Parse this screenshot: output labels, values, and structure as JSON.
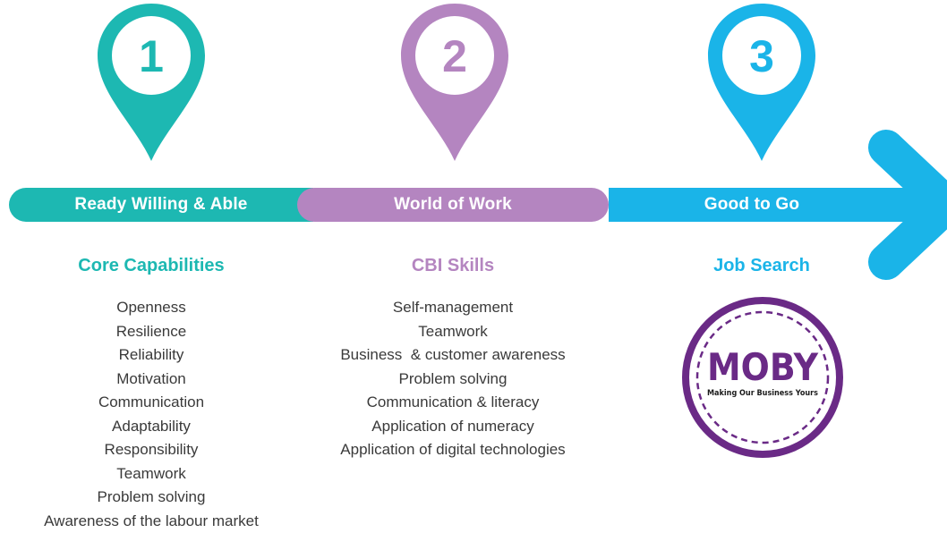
{
  "colors": {
    "teal": "#1db8b2",
    "purple": "#b485c0",
    "blue": "#1ab4e8",
    "moby_purple": "#6a2a86"
  },
  "stages": [
    {
      "number": "1",
      "bar_label": "Ready Willing & Able",
      "heading": "Core Capabilities",
      "items": [
        "Openness",
        "Resilience",
        "Reliability",
        "Motivation",
        "Communication",
        "Adaptability",
        "Responsibility",
        "Teamwork",
        "Problem solving",
        "Awareness of the labour market"
      ]
    },
    {
      "number": "2",
      "bar_label": "World of Work",
      "heading": "CBI Skills",
      "items": [
        "Self-management",
        "Teamwork",
        "Business  & customer awareness",
        "Problem solving",
        "Communication & literacy",
        "Application of numeracy",
        "Application of digital technologies"
      ]
    },
    {
      "number": "3",
      "bar_label": "Good to Go",
      "heading": "Job Search"
    }
  ],
  "logo": {
    "name": "MOBY",
    "tagline": "Making Our Business Yours"
  }
}
